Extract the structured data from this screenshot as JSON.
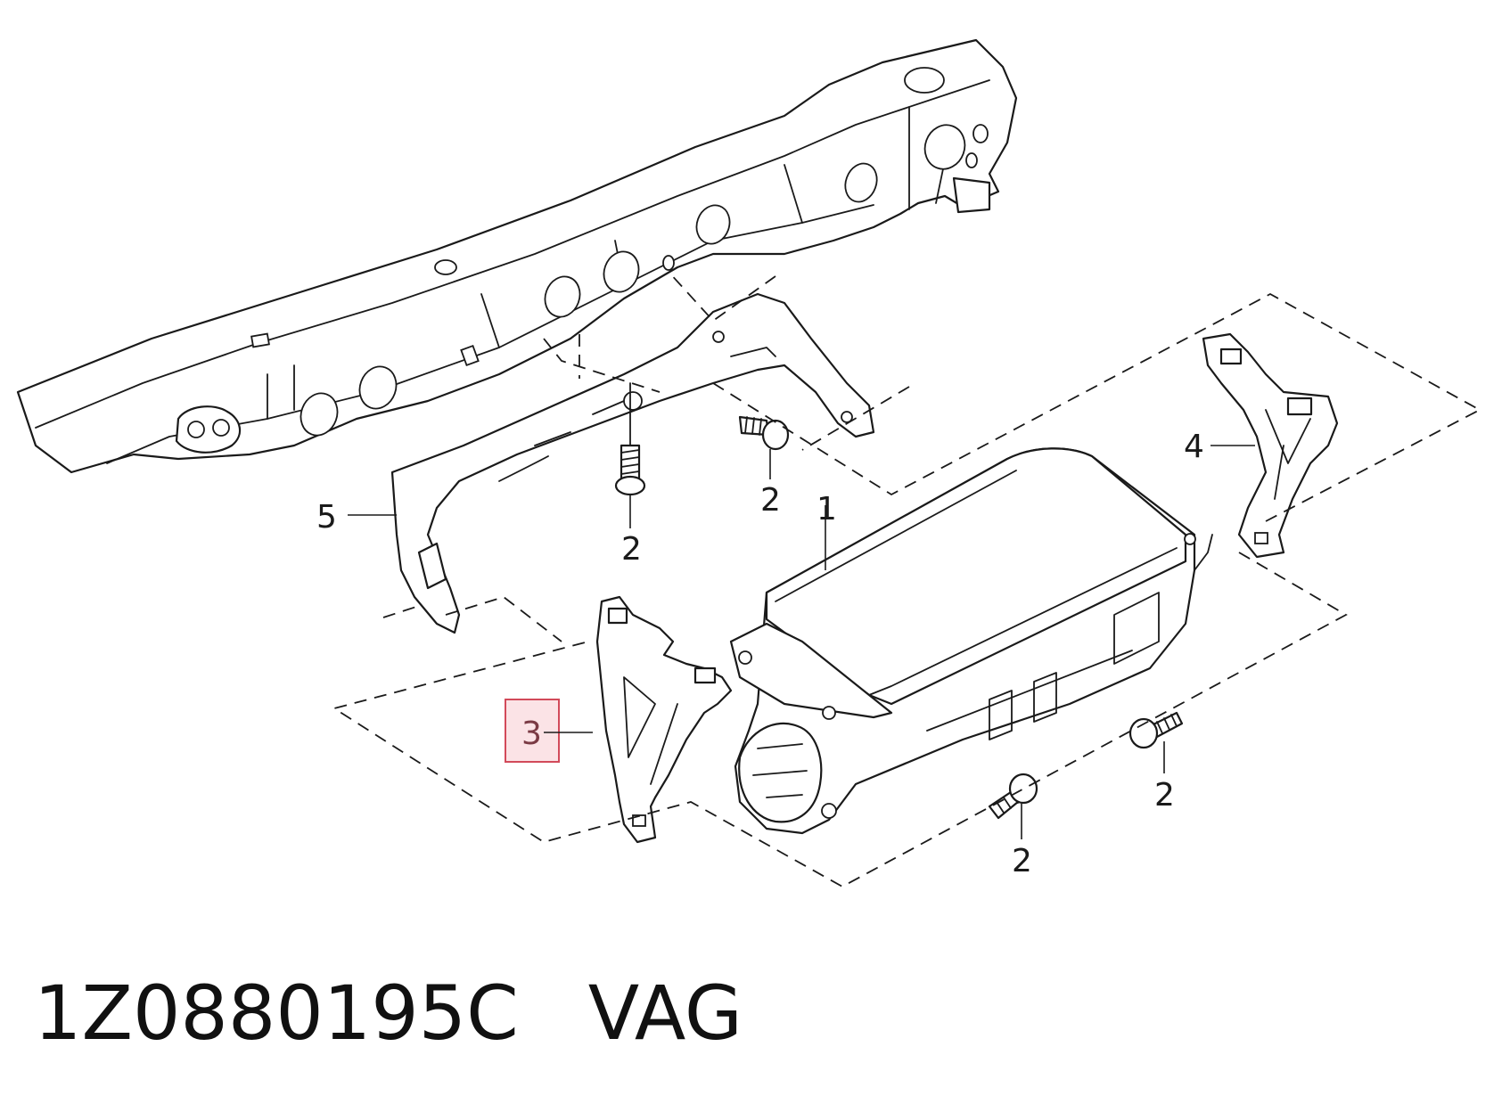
{
  "diagram": {
    "callouts": {
      "airbag_unit": "1",
      "screw_a": "2",
      "screw_b": "2",
      "screw_c": "2",
      "screw_d": "2",
      "bracket_highlighted": "3",
      "bracket_right": "4",
      "bracket_left": "5"
    },
    "highlight_color": "#d24a5a"
  },
  "footer": {
    "part_number": "1Z0880195C",
    "brand": "VAG"
  }
}
